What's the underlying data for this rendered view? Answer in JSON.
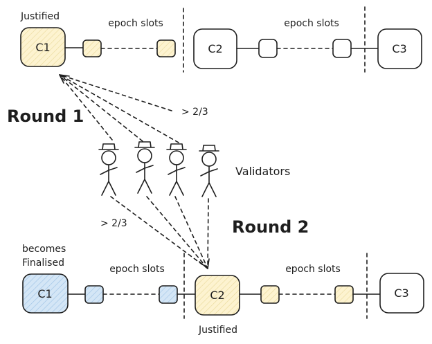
{
  "round1": {
    "label": "Round 1",
    "c1_label": "C1",
    "c1_status": "Justified",
    "c2_label": "C2",
    "c3_label": "C3",
    "epoch_slots_a": "epoch slots",
    "epoch_slots_b": "epoch slots",
    "vote_threshold": "> 2/3"
  },
  "validators": {
    "label": "Validators",
    "count": 4
  },
  "round2": {
    "label": "Round 2",
    "c1_label": "C1",
    "c1_status_line1": "becomes",
    "c1_status_line2": "Finalised",
    "c2_label": "C2",
    "c2_status": "Justified",
    "c3_label": "C3",
    "epoch_slots_a": "epoch slots",
    "epoch_slots_b": "epoch slots",
    "vote_threshold": "> 2/3"
  },
  "colors": {
    "justified_fill": "#fdf3d0",
    "finalised_fill": "#d4e6f6",
    "stroke": "#1e1e1e"
  }
}
